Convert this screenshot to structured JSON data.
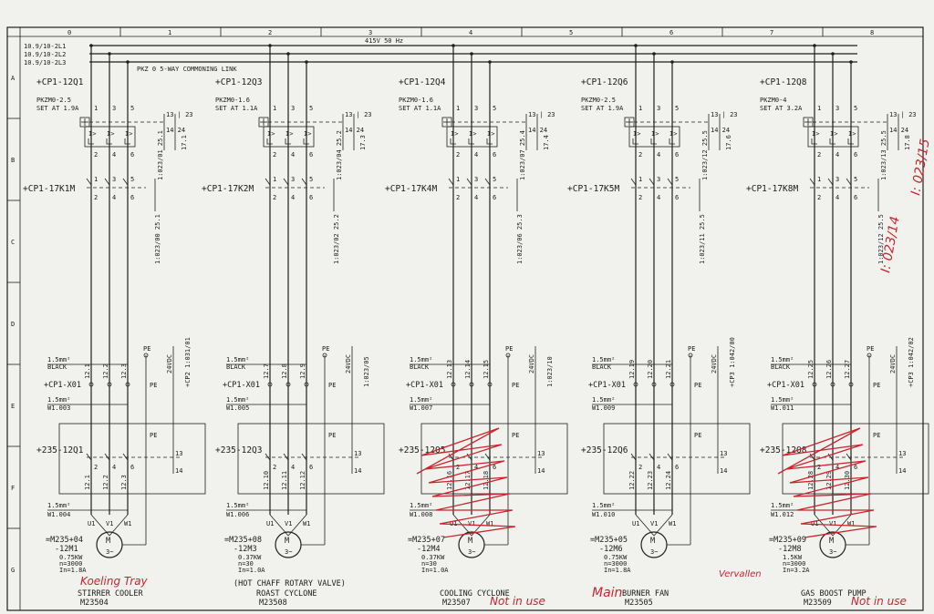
{
  "frame": {
    "columns": [
      "0",
      "1",
      "2",
      "3",
      "4",
      "5",
      "6",
      "7",
      "8"
    ],
    "rows": [
      "A",
      "B",
      "C",
      "D",
      "E",
      "F",
      "G"
    ]
  },
  "supply": {
    "lines": [
      "10.9/10-2L1",
      "10.9/10-2L2",
      "10.9/10-2L3"
    ],
    "voltage": "415V 50 Hz",
    "commoning": "PKZ 0 5-WAY COMMONING LINK"
  },
  "circuits": [
    {
      "breaker": "+CP1-12Q1",
      "breaker_type": "PKZM0-2.5",
      "setting": "SET AT 1.9A",
      "aux_ref": "1:023/01 25.1",
      "aux_no": "17.1",
      "contactor": "+CP1-17K1M",
      "contactor_ref": "1:023/00 25.1",
      "cable_in": "1.5mm²",
      "cable_in_color": "BLACK",
      "terminal": "+CP1-X01",
      "term_nums": [
        "12.1",
        "12.2",
        "12.3"
      ],
      "supply_ctrl": "24VDC",
      "supply_ref": "+CP2 1:031/01",
      "cable_mid": "1.5mm²",
      "cable_mid_id": "W1.003",
      "isolator": "+235-12Q1",
      "iso_nums": [
        "12.1",
        "12.2",
        "12.3"
      ],
      "cable_out": "1.5mm²",
      "cable_out_id": "W1.004",
      "motor_tag": "=M235+04",
      "motor_id": "-12M1",
      "power": "0.75KW",
      "speed": "n=3000",
      "current": "In=1.8A",
      "desc_above": "",
      "desc": "STIRRER COOLER",
      "code": "M23504",
      "note": "Koeling Tray",
      "note2": ""
    },
    {
      "breaker": "+CP1-12Q3",
      "breaker_type": "PKZM0-1.6",
      "setting": "SET AT 1.1A",
      "aux_ref": "1:023/04 25.2",
      "aux_no": "17.3",
      "contactor": "+CP1-17K2M",
      "contactor_ref": "1:023/02 25.2",
      "cable_in": "1.5mm²",
      "cable_in_color": "BLACK",
      "terminal": "+CP1-X01",
      "term_nums": [
        "12.7",
        "12.8",
        "12.9"
      ],
      "supply_ctrl": "24VDC",
      "supply_ref": "1:023/05",
      "cable_mid": "1.5mm²",
      "cable_mid_id": "W1.005",
      "isolator": "+235-12Q3",
      "iso_nums": [
        "12.10",
        "12.11",
        "12.12"
      ],
      "cable_out": "1.5mm²",
      "cable_out_id": "W1.006",
      "motor_tag": "=M235+08",
      "motor_id": "-12M3",
      "power": "0.37KW",
      "speed": "n=30",
      "current": "In=1.0A",
      "desc_above": "(HOT CHAFF ROTARY VALVE)",
      "desc": "ROAST CYCLONE",
      "code": "M23508",
      "note": "",
      "note2": ""
    },
    {
      "breaker": "+CP1-12Q4",
      "breaker_type": "PKZM0-1.6",
      "setting": "SET AT 1.1A",
      "aux_ref": "1:023/07 25.4",
      "aux_no": "17.4",
      "contactor": "+CP1-17K4M",
      "contactor_ref": "1:023/06 25.3",
      "cable_in": "1.5mm²",
      "cable_in_color": "BLACK",
      "terminal": "+CP1-X01",
      "term_nums": [
        "12.13",
        "12.14",
        "12.15"
      ],
      "supply_ctrl": "24VDC",
      "supply_ref": "1:023/10",
      "cable_mid": "1.5mm²",
      "cable_mid_id": "W1.007",
      "isolator": "+235-12Q5",
      "iso_nums": [
        "12.16",
        "12.17",
        "12.18"
      ],
      "cable_out": "1.5mm²",
      "cable_out_id": "W1.008",
      "motor_tag": "=M235+07",
      "motor_id": "-12M4",
      "power": "0.37KW",
      "speed": "n=30",
      "current": "In=1.0A",
      "desc_above": "",
      "desc": "COOLING CYCLONE",
      "code": "M23507",
      "note": "Not in use",
      "note2": ""
    },
    {
      "breaker": "+CP1-12Q6",
      "breaker_type": "PKZM0-2.5",
      "setting": "SET AT 1.9A",
      "aux_ref": "1:023/12 25.5",
      "aux_no": "17.6",
      "contactor": "+CP1-17K5M",
      "contactor_ref": "1:023/11 25.5",
      "cable_in": "1.5mm²",
      "cable_in_color": "BLACK",
      "terminal": "+CP1-X01",
      "term_nums": [
        "12.19",
        "12.20",
        "12.21"
      ],
      "supply_ctrl": "24VDC",
      "supply_ref": "+CP3 1:042/00",
      "cable_mid": "1.5mm²",
      "cable_mid_id": "W1.009",
      "isolator": "+235-12Q6",
      "iso_nums": [
        "12.22",
        "12.23",
        "12.24"
      ],
      "cable_out": "1.5mm²",
      "cable_out_id": "W1.010",
      "motor_tag": "=M235+05",
      "motor_id": "-12M6",
      "power": "0.75KW",
      "speed": "n=3000",
      "current": "In=1.8A",
      "desc_above": "",
      "desc": "BURNER FAN",
      "code": "M23505",
      "note": "Main",
      "note2": ""
    },
    {
      "breaker": "+CP1-12Q8",
      "breaker_type": "PKZM0-4",
      "setting": "SET AT 3.2A",
      "aux_ref": "1:023/13 25.5",
      "aux_no": "17.8",
      "contactor": "+CP1-17K8M",
      "contactor_ref": "1:023/12 25.5",
      "cable_in": "1.5mm²",
      "cable_in_color": "BLACK",
      "terminal": "+CP1-X01",
      "term_nums": [
        "12.25",
        "12.26",
        "12.27"
      ],
      "supply_ctrl": "24VDC",
      "supply_ref": "+CP3 1:042/02",
      "cable_mid": "1.5mm²",
      "cable_mid_id": "W1.011",
      "isolator": "+235-12Q8",
      "iso_nums": [
        "12.28",
        "12.29",
        "12.30"
      ],
      "cable_out": "1.5mm²",
      "cable_out_id": "W1.012",
      "motor_tag": "=M235+09",
      "motor_id": "-12M8",
      "power": "1.5KW",
      "speed": "n=3000",
      "current": "In=3.2A",
      "desc_above": "",
      "desc": "GAS BOOST PUMP",
      "code": "M23509",
      "note": "Not in use",
      "note2": "Vervallen"
    }
  ],
  "annotations": {
    "ref_1": "I: 023/14",
    "ref_2": "I: 023/15"
  },
  "colors": {
    "ink": "#1f1f1f",
    "annotation": "#c8252f",
    "paper": "#f1f1ee"
  }
}
